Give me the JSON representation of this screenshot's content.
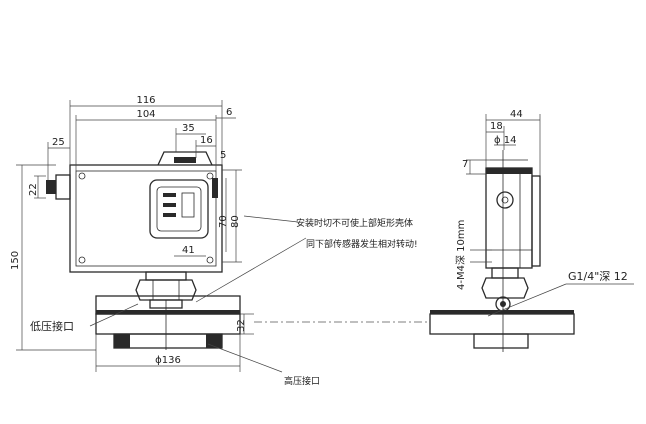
{
  "dimensions": {
    "d116": "116",
    "d104": "104",
    "d6": "6",
    "d35": "35",
    "d16": "16",
    "d5": "5",
    "d25": "25",
    "d22": "22",
    "d150": "150",
    "d70": "70",
    "d80": "80",
    "d41": "41",
    "d32": "32",
    "d136": "ϕ136",
    "d44": "44",
    "d18": "18",
    "d14": "ϕ 14",
    "d7": "7",
    "m4": "4-M4深 10mm",
    "g14": "G1/4\"深 12"
  },
  "labels": {
    "low_port": "低压接口",
    "high_port": "高压接口",
    "note_line1": "安装时切不可使上部矩形壳体",
    "note_line2": "同下部传感器发生相对转动!"
  },
  "colors": {
    "line": "#2a2a2a",
    "background": "#ffffff"
  }
}
